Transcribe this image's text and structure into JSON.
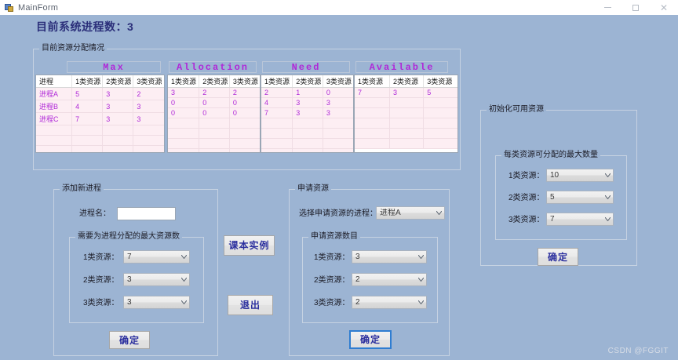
{
  "window": {
    "title": "MainForm",
    "controls": {
      "minimize": "minimize-button",
      "maximize": "maximize-button",
      "close": "close-button"
    }
  },
  "page_title": "目前系统进程数：3",
  "resource_section": {
    "label": "目前资源分配情况",
    "matrices": [
      {
        "name": "Max",
        "headers": [
          "进程",
          "1类资源",
          "2类资源",
          "3类资源"
        ]
      },
      {
        "name": "Allocation",
        "headers": [
          "1类资源",
          "2类资源",
          "3类资源"
        ]
      },
      {
        "name": "Need",
        "headers": [
          "1类资源",
          "2类资源",
          "3类资源"
        ]
      },
      {
        "name": "Available",
        "headers": [
          "1类资源",
          "2类资源",
          "3类资源"
        ]
      }
    ],
    "processes": [
      "进程A",
      "进程B",
      "进程C"
    ],
    "max": [
      [
        5,
        3,
        2
      ],
      [
        4,
        3,
        3
      ],
      [
        7,
        3,
        3
      ]
    ],
    "allocation": [
      [
        3,
        2,
        2
      ],
      [
        0,
        0,
        0
      ],
      [
        0,
        0,
        0
      ]
    ],
    "need": [
      [
        2,
        1,
        0
      ],
      [
        4,
        3,
        3
      ],
      [
        7,
        3,
        3
      ]
    ],
    "available": [
      [
        7,
        3,
        5
      ]
    ],
    "empty_rows": 5
  },
  "add_process": {
    "label": "添加新进程",
    "process_name_label": "进程名：",
    "process_name_value": "",
    "inner_label": "需要为进程分配的最大资源数",
    "fields": [
      {
        "label": "1类资源：",
        "value": "7"
      },
      {
        "label": "2类资源：",
        "value": "3"
      },
      {
        "label": "3类资源：",
        "value": "3"
      }
    ],
    "confirm_label": "确定"
  },
  "center_buttons": {
    "example_label": "课本实例",
    "exit_label": "退出"
  },
  "request": {
    "label": "申请资源",
    "select_label": "选择申请资源的进程：",
    "selected_process": "进程A",
    "inner_label": "申请资源数目",
    "fields": [
      {
        "label": "1类资源：",
        "value": "3"
      },
      {
        "label": "2类资源：",
        "value": "2"
      },
      {
        "label": "3类资源：",
        "value": "2"
      }
    ],
    "confirm_label": "确定"
  },
  "init_resources": {
    "label": "初始化可用资源",
    "inner_label": "每类资源可分配的最大数量",
    "fields": [
      {
        "label": "1类资源：",
        "value": "10"
      },
      {
        "label": "2类资源：",
        "value": "5"
      },
      {
        "label": "3类资源：",
        "value": "7"
      }
    ],
    "confirm_label": "确定"
  },
  "watermark": "CSDN @FGGIT",
  "colors": {
    "background": "#9cb4d3",
    "titlebar": "#ffffff",
    "accent_text": "#2b2f7a",
    "matrix_header_text": "#b028d8",
    "grid_value_text": "#b028d8",
    "grid_row_bg": "#fdeef3",
    "focus_border": "#2f7dd1"
  }
}
